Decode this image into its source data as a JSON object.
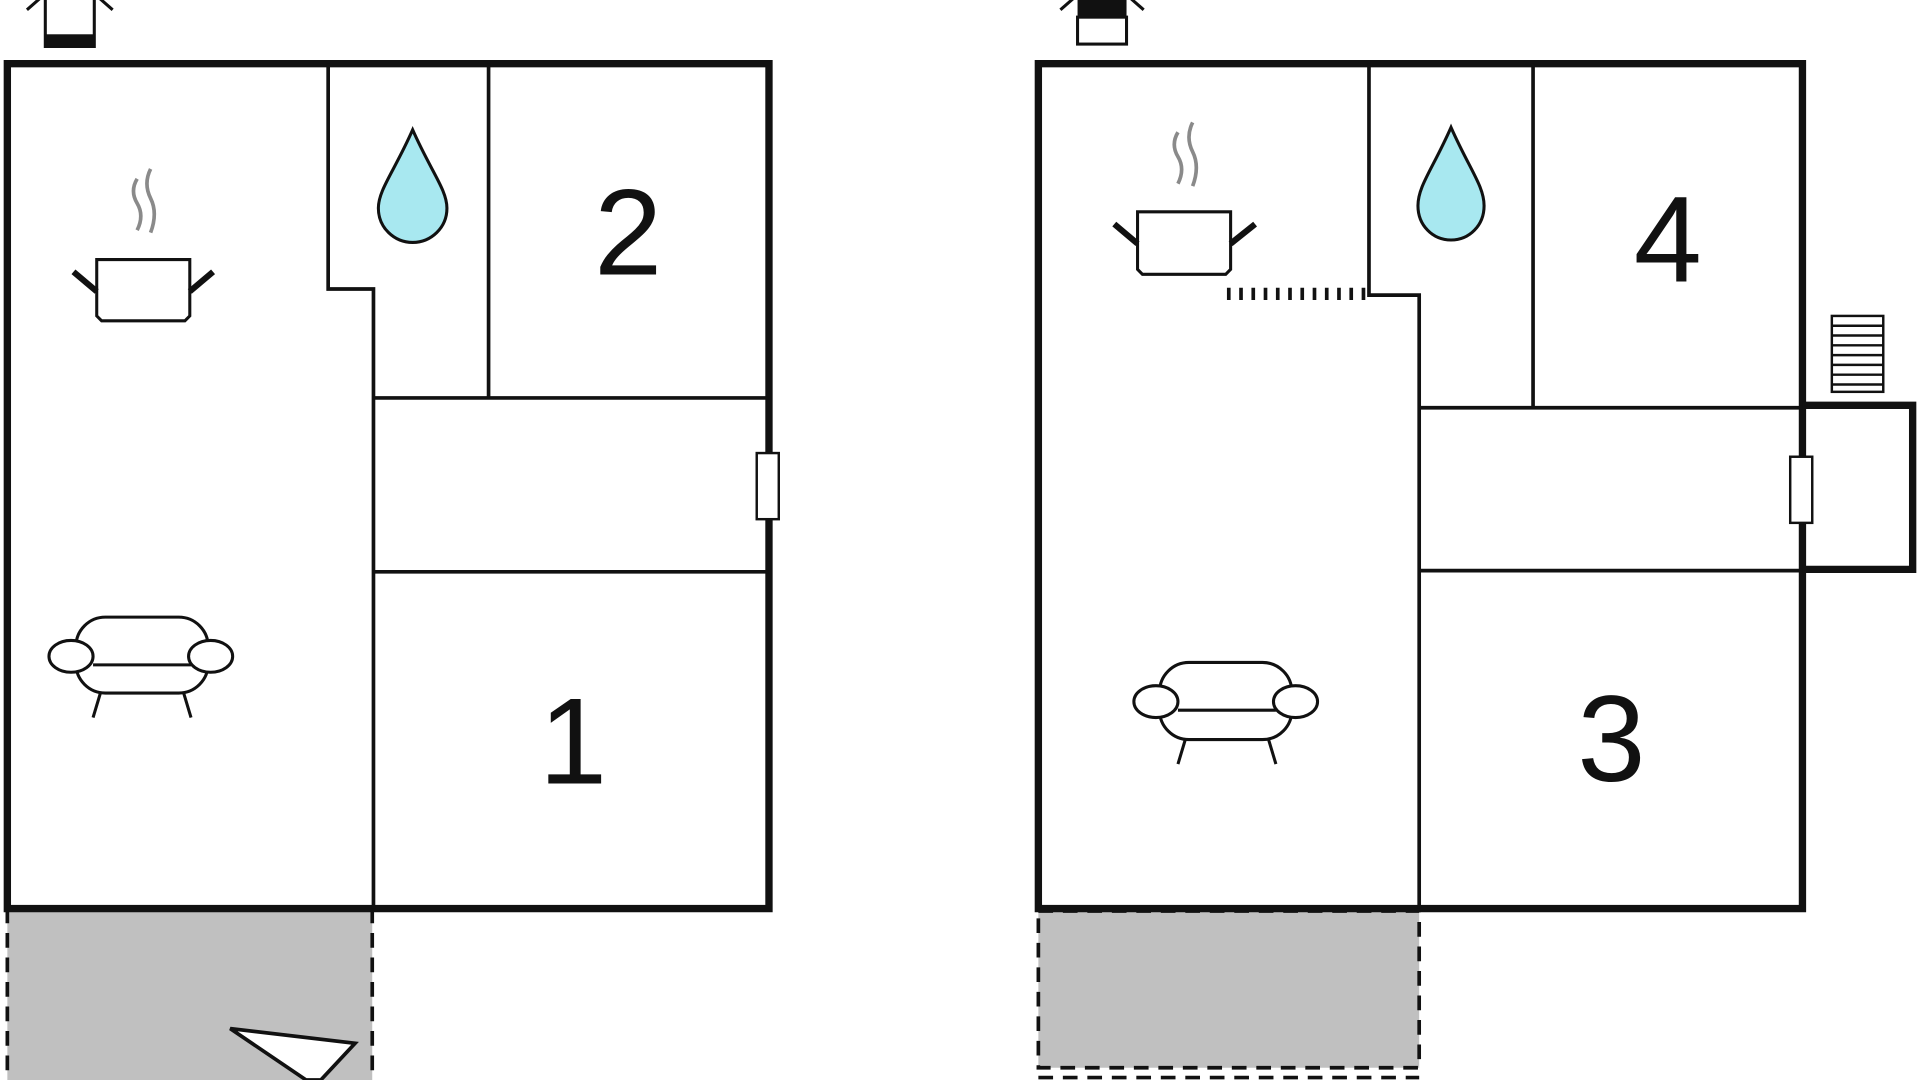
{
  "floors": [
    {
      "id": "left",
      "rooms": [
        {
          "label": "1"
        },
        {
          "label": "2"
        }
      ],
      "icons": [
        "house-icon",
        "kitchen-pot-icon",
        "bathroom-drop-icon",
        "sofa-icon",
        "compass-arrow-icon"
      ]
    },
    {
      "id": "right",
      "rooms": [
        {
          "label": "3"
        },
        {
          "label": "4"
        }
      ],
      "icons": [
        "house-icon",
        "kitchen-pot-icon",
        "bathroom-drop-icon",
        "sofa-icon",
        "stairs-icon"
      ]
    }
  ],
  "colors": {
    "wall": "#111111",
    "water": "#a8e8f0",
    "terrace": "#c0c0c0",
    "steam": "#8a8a8a",
    "background": "#ffffff"
  }
}
